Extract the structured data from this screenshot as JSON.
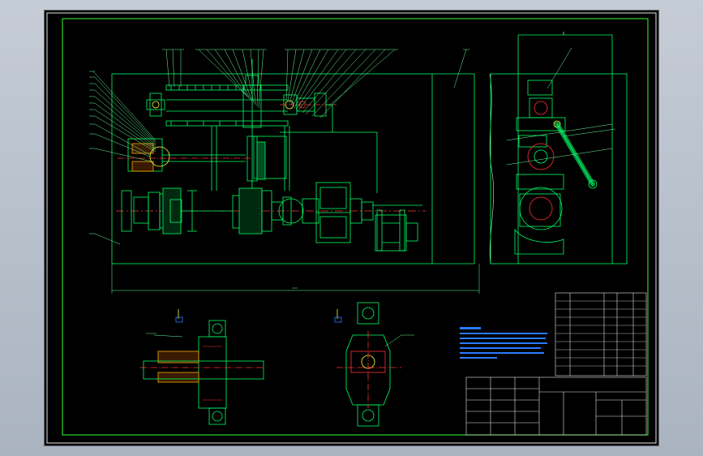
{
  "drawing": {
    "background": "#000000",
    "frame_color": "#e6e6e6",
    "border_color": "#33ff33",
    "line_color": "#00ff66",
    "dim_color": "#66ff99",
    "center_color": "#ff3030",
    "leader_color": "#ffff40",
    "annotation_color": "#2b7bff"
  },
  "views": [
    {
      "name": "main-assembly-view"
    },
    {
      "name": "side-view"
    },
    {
      "name": "section-a-view"
    },
    {
      "name": "section-b-view"
    },
    {
      "name": "parts-list"
    },
    {
      "name": "title-block"
    }
  ]
}
